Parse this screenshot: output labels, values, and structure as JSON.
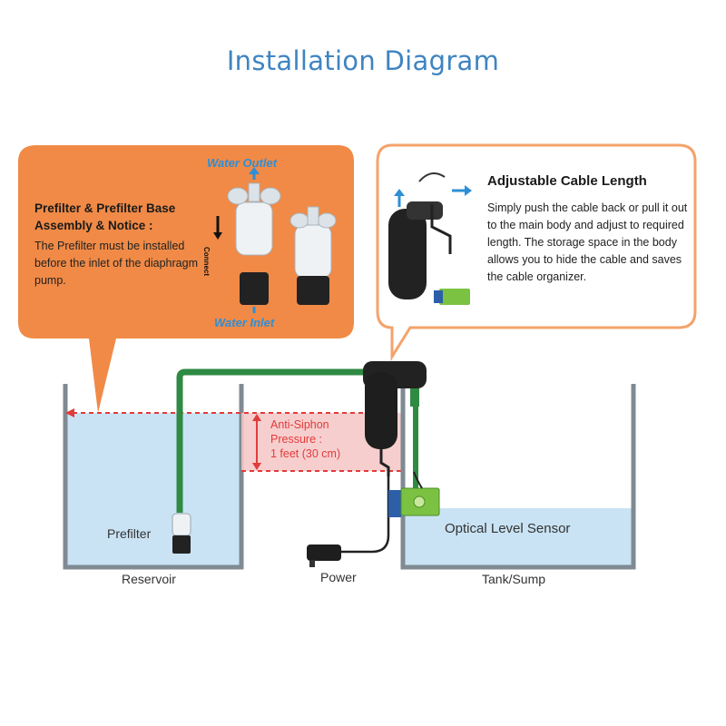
{
  "title": "Installation Diagram",
  "left_callout": {
    "title": "Prefilter & Prefilter Base Assembly & Notice :",
    "body": "The Prefilter must be installed before the inlet of the diaphragm pump.",
    "water_outlet": "Water Outlet",
    "water_inlet": "Water Inlet",
    "connect": "Connect"
  },
  "right_callout": {
    "title": "Adjustable Cable Length",
    "body": "Simply push the cable back or pull it out to the main body and adjust to required length. The storage space in the body allows you to hide the cable and saves the cable organizer."
  },
  "anti_siphon": {
    "line1": "Anti-Siphon",
    "line2": "Pressure :",
    "line3": "1 feet (30 cm)"
  },
  "labels": {
    "prefilter": "Prefilter",
    "reservoir": "Reservoir",
    "power": "Power",
    "tank": "Tank/Sump",
    "sensor": "Optical Level Sensor"
  },
  "colors": {
    "orange": "#f08a46",
    "orange_border": "#f4a36b",
    "water": "#c9e3f4",
    "tube_green": "#2f8a43",
    "red": "#e23b3b",
    "title_blue": "#3f84c2"
  }
}
